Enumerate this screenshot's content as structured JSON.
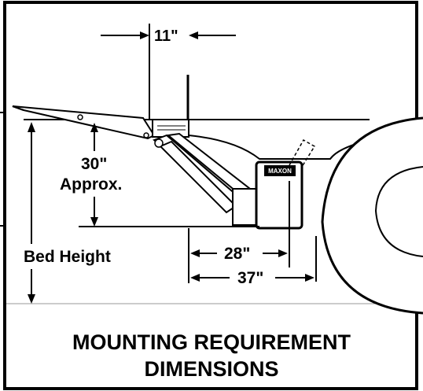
{
  "dimensions": {
    "top_offset": "11\"",
    "approx_value": "30\"",
    "approx_word": "Approx.",
    "bed_height": "Bed Height",
    "inner_depth": "28\"",
    "outer_depth": "37\""
  },
  "logo_text": "MAXON",
  "caption": {
    "line1": "MOUNTING REQUIREMENT",
    "line2": "DIMENSIONS"
  }
}
